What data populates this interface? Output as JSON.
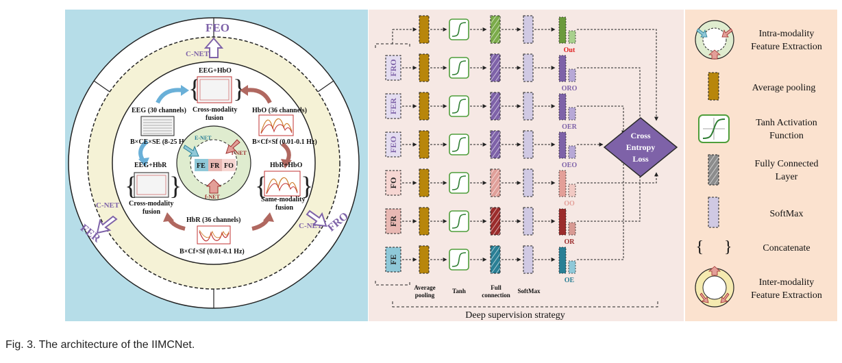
{
  "colors": {
    "left_bg": "#b6dde8",
    "middle_bg": "#f6e8e4",
    "right_bg": "#fbe2cf",
    "outer_ring": "#ffffff",
    "mid_ring": "#f5f2d6",
    "inner_green": "#dfeccf",
    "purple": "#7e62a8",
    "pool": "#b8860b",
    "tanh_border": "#4f9e3b",
    "softmax": "#d0c9e3",
    "fc_gray": "#8c8c8c",
    "red_text": "#e02020",
    "arrow_blue": "#6ab0d8",
    "arrow_brown": "#b06860"
  },
  "left": {
    "feo_label": "FEO",
    "cnet_top": "C-NET",
    "cnet_left": "C-NET",
    "cnet_right": "C-NET",
    "fer_label": "FER",
    "fro_label": "FRO",
    "eeg_hbo": "EEG+HbO",
    "cross_fusion_1": "Cross-modality",
    "fusion_1": "fusion",
    "eeg_channels": "EEG (30 channels)",
    "eeg_dims": "B×CE×SE (8-25 Hz)",
    "hbo_channels": "HbO (36 channels)",
    "hbo_dims": "B×Cf×Sf (0.01-0.1 Hz)",
    "enet": "E-NET",
    "fnet_top": "f-NET",
    "fnet_bottom": "f-NET",
    "fe": "FE",
    "fr": "FR",
    "fo": "FO",
    "eeg_hbr": "EEG+HbR",
    "cross_fusion_2": "Cross-modality",
    "fusion_2": "fusion",
    "hbr_hbo": "HbR+HbO",
    "same_fusion": "Same-modality",
    "fusion_3": "fusion",
    "hbr_channels": "HbR (36 channels)",
    "hbr_dims": "B×Cf×Sf (0.01-0.1 Hz)"
  },
  "middle": {
    "rows": [
      {
        "input": "",
        "out": "Out",
        "fc": "#7bab4a",
        "bar": "#6b9a3c",
        "bar2": "#a8d08d",
        "red": true
      },
      {
        "input": "FRO",
        "out": "ORO",
        "fc": "#7e62a8",
        "bar": "#7e62a8",
        "bar2": "#b7a8d6",
        "red": false
      },
      {
        "input": "FER",
        "out": "OER",
        "fc": "#7e62a8",
        "bar": "#7e62a8",
        "bar2": "#b7a8d6",
        "red": false
      },
      {
        "input": "FEO",
        "out": "OEO",
        "fc": "#7e62a8",
        "bar": "#7e62a8",
        "bar2": "#b7a8d6",
        "red": false
      },
      {
        "input": "FO",
        "out": "OO",
        "fc": "#e0a09a",
        "bar": "#e39f98",
        "bar2": "#f1c9c3",
        "red": false
      },
      {
        "input": "FR",
        "out": "OR",
        "fc": "#9b2c2c",
        "bar": "#9b2c2c",
        "bar2": "#d89a93",
        "red": false
      },
      {
        "input": "FE",
        "out": "OE",
        "fc": "#2a7f95",
        "bar": "#2a7f95",
        "bar2": "#8fc8d8",
        "red": false
      }
    ],
    "loss": [
      "Cross",
      "Entropy",
      "Loss"
    ],
    "col_labels": {
      "pool1": "Average",
      "pool2": "pooling",
      "tanh": "Tanh",
      "fc1": "Full",
      "fc2": "connection",
      "softmax": "SoftMax"
    },
    "footer": "Deep supervision strategy"
  },
  "legend": {
    "intra1": "Intra-modality",
    "intra2": "Feature Extraction",
    "pool": "Average pooling",
    "tanh1": "Tanh Activation",
    "tanh2": "Function",
    "fc1": "Fully Connected",
    "fc2": "Layer",
    "softmax": "SoftMax",
    "concat": "Concatenate",
    "concat_symbol": "{     }",
    "inter1": "Inter-modality",
    "inter2": "Feature Extraction"
  },
  "caption": "Fig. 3.  The architecture of the IIMCNet."
}
